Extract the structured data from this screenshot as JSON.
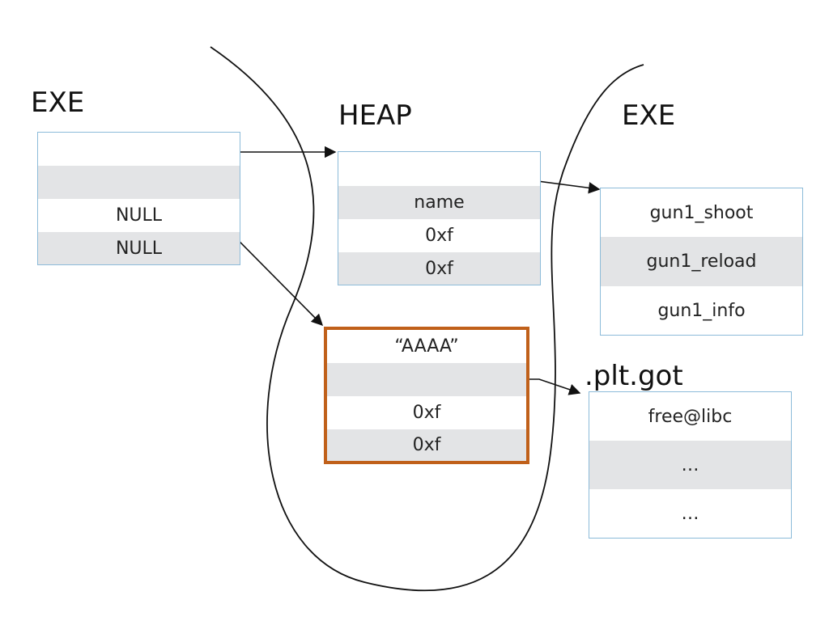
{
  "labels": {
    "exe_left": "EXE",
    "heap": "HEAP",
    "exe_right": "EXE",
    "plt_got": ".plt.got"
  },
  "exe_struct": {
    "cells": [
      "",
      "",
      "NULL",
      "NULL"
    ]
  },
  "heap_struct": {
    "cells": [
      "",
      "name",
      "0xf",
      "0xf"
    ]
  },
  "highlight_struct": {
    "cells": [
      "“AAAA”",
      "",
      "0xf",
      "0xf"
    ],
    "border_color": "#c0601a"
  },
  "vtable": {
    "cells": [
      "gun1_shoot",
      "gun1_reload",
      "gun1_info"
    ]
  },
  "got_table": {
    "cells": [
      "free@libc",
      "…",
      "…"
    ]
  },
  "colors": {
    "box_border": "#8cbbd9",
    "stripe": "#e3e4e6",
    "highlight": "#c0601a"
  }
}
